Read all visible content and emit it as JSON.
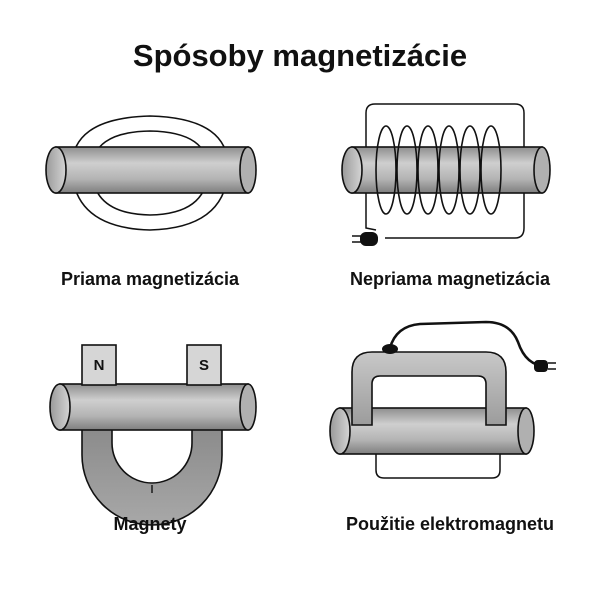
{
  "title": "Spósoby magnetizácie",
  "panels": [
    {
      "caption": "Priama magnetizácia"
    },
    {
      "caption": "Nepriama magnetizácia"
    },
    {
      "caption": "Magnety",
      "pole_left": "N",
      "pole_right": "S"
    },
    {
      "caption": "Použitie elektromagnetu"
    }
  ]
}
